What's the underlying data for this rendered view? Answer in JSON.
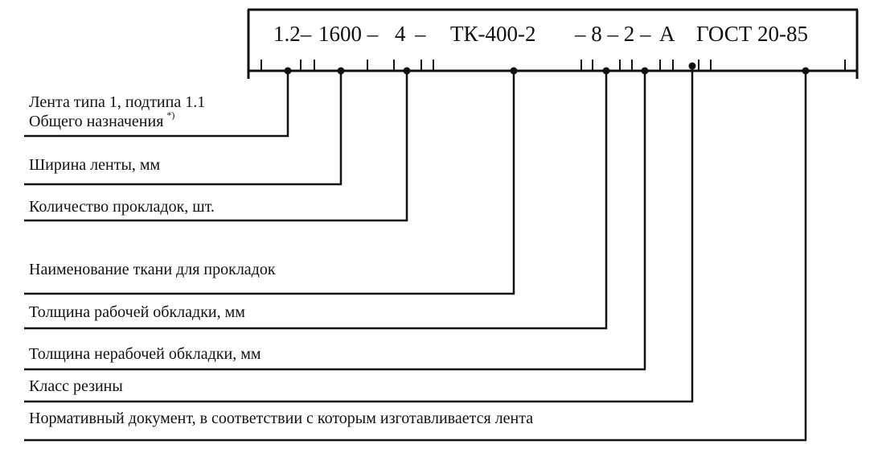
{
  "designation": {
    "type_subtype": "1.2–",
    "width": "1600 –",
    "plies": "4",
    "dash_1": "–",
    "fabric": "ТК-400-2",
    "cover_thicknesses": "– 8 – 2 –",
    "rubber_class": "А",
    "standard": "ГОСТ 20-85"
  },
  "labels": {
    "type_line1": "Лента типа 1, подтипа 1.1",
    "type_line2": "Общего назначения",
    "footnote_mark": "*)",
    "width": "Ширина ленты, мм",
    "plies": "Количество прокладок, шт.",
    "fabric": "Наименование ткани для прокладок",
    "top_cover": "Толщина рабочей обкладки, мм",
    "bottom_cover": "Толщина нерабочей обкладки, мм",
    "rubber_class": "Класс резины",
    "standard": "Нормативный документ, в соответствии с которым изготавливается лента"
  },
  "colors": {
    "line": "#111111",
    "background": "#ffffff"
  }
}
